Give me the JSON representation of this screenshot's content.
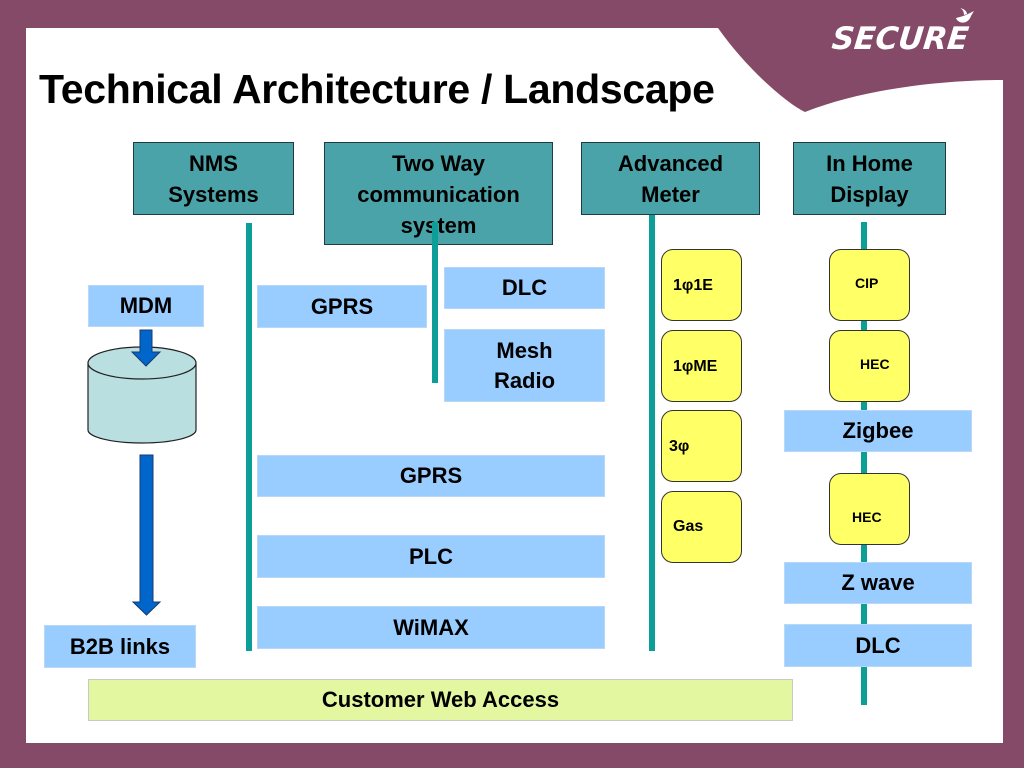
{
  "slide": {
    "title": "Technical Architecture / Landscape",
    "logo_text": "SECURE",
    "colors": {
      "frame": "#844a68",
      "header_fill": "#4aa3a8",
      "connector": "#0e9e98",
      "tech_box": "#99ccff",
      "device_box": "#ffff66",
      "web_bar": "#e3f7a0",
      "arrow": "#0066cc",
      "database": "#b9dfe0"
    }
  },
  "headers": {
    "nms": [
      "NMS",
      "Systems"
    ],
    "two_way": [
      "Two Way",
      "communication",
      "system"
    ],
    "meter": [
      "Advanced",
      "Meter"
    ],
    "ihd": [
      "In Home",
      "Display"
    ]
  },
  "left": {
    "mdm": "MDM",
    "database_icon": "database-cylinder",
    "b2b": "B2B links"
  },
  "comm": {
    "gprs_top": "GPRS",
    "dlc": "DLC",
    "mesh_radio": [
      "Mesh",
      "Radio"
    ],
    "gprs": "GPRS",
    "plc": "PLC",
    "wimax": "WiMAX"
  },
  "meters": [
    "1φ1E",
    "1φME",
    "3φ",
    "Gas"
  ],
  "in_home": {
    "cip": "CIP",
    "hec1": "HEC",
    "zigbee": "Zigbee",
    "hec2": "HEC",
    "zwave": "Z wave",
    "dlc": "DLC"
  },
  "footer": {
    "web_access": "Customer Web Access"
  }
}
